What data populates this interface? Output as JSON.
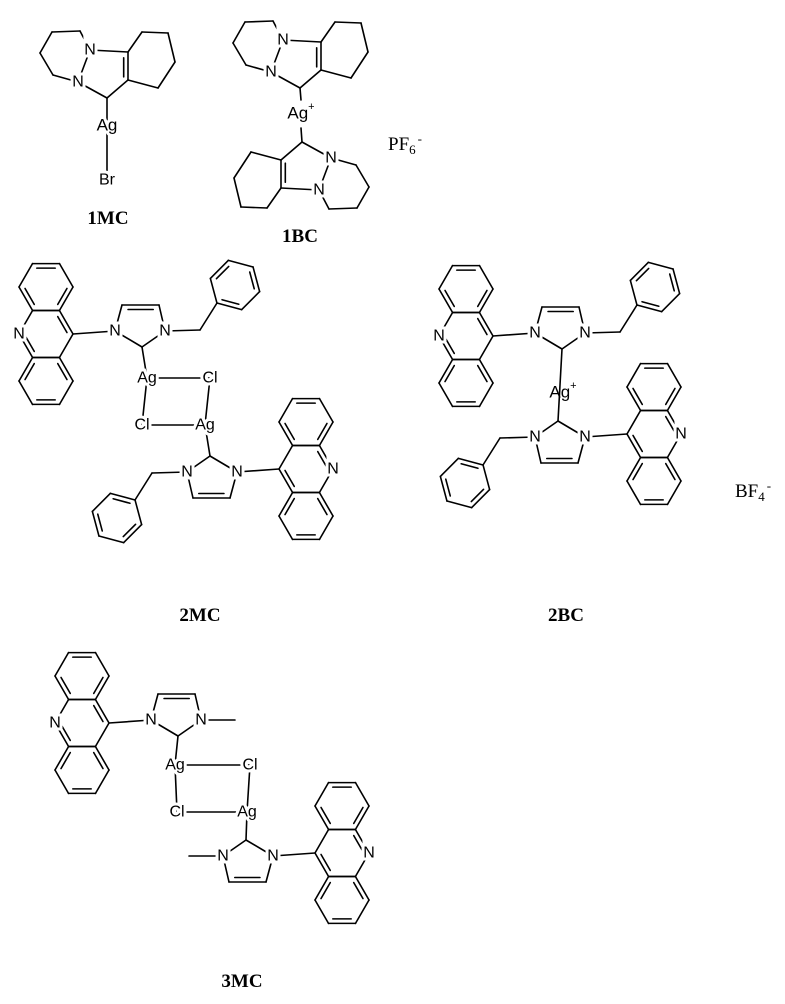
{
  "atoms": {
    "N": "N",
    "Ag": "Ag",
    "Cl": "Cl",
    "Br": "Br",
    "plus": "+"
  },
  "compounds": [
    {
      "id": "1MC",
      "label": "1MC"
    },
    {
      "id": "1BC",
      "label": "1BC"
    },
    {
      "id": "2MC",
      "label": "2MC"
    },
    {
      "id": "2BC",
      "label": "2BC"
    },
    {
      "id": "3MC",
      "label": "3MC"
    }
  ],
  "counterions": [
    {
      "for": "1BC",
      "formula": "PF",
      "subscript": "6",
      "charge": "-"
    },
    {
      "for": "2BC",
      "formula": "BF",
      "subscript": "4",
      "charge": "-"
    }
  ],
  "colors": {
    "ink": "#000000",
    "background": "#ffffff"
  }
}
